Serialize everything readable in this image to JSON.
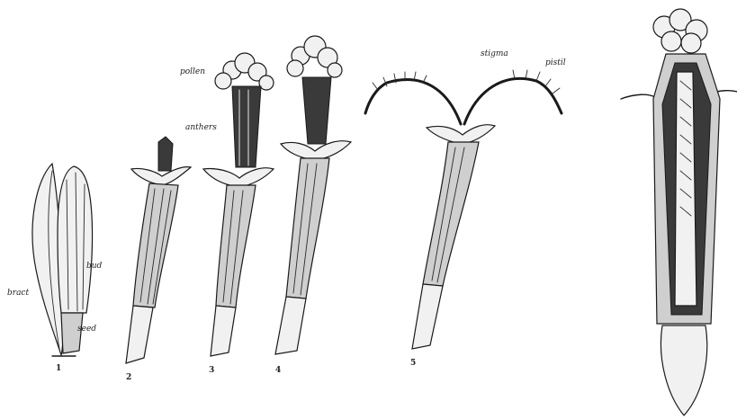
{
  "labels": {
    "bract": "bract",
    "bud": "bud",
    "seed": "seed",
    "pollen": "pollen",
    "anthers": "anthers",
    "stigma": "stigma",
    "pistil": "pistil"
  },
  "stage_numbers": [
    "1",
    "2",
    "3",
    "4",
    "5"
  ]
}
